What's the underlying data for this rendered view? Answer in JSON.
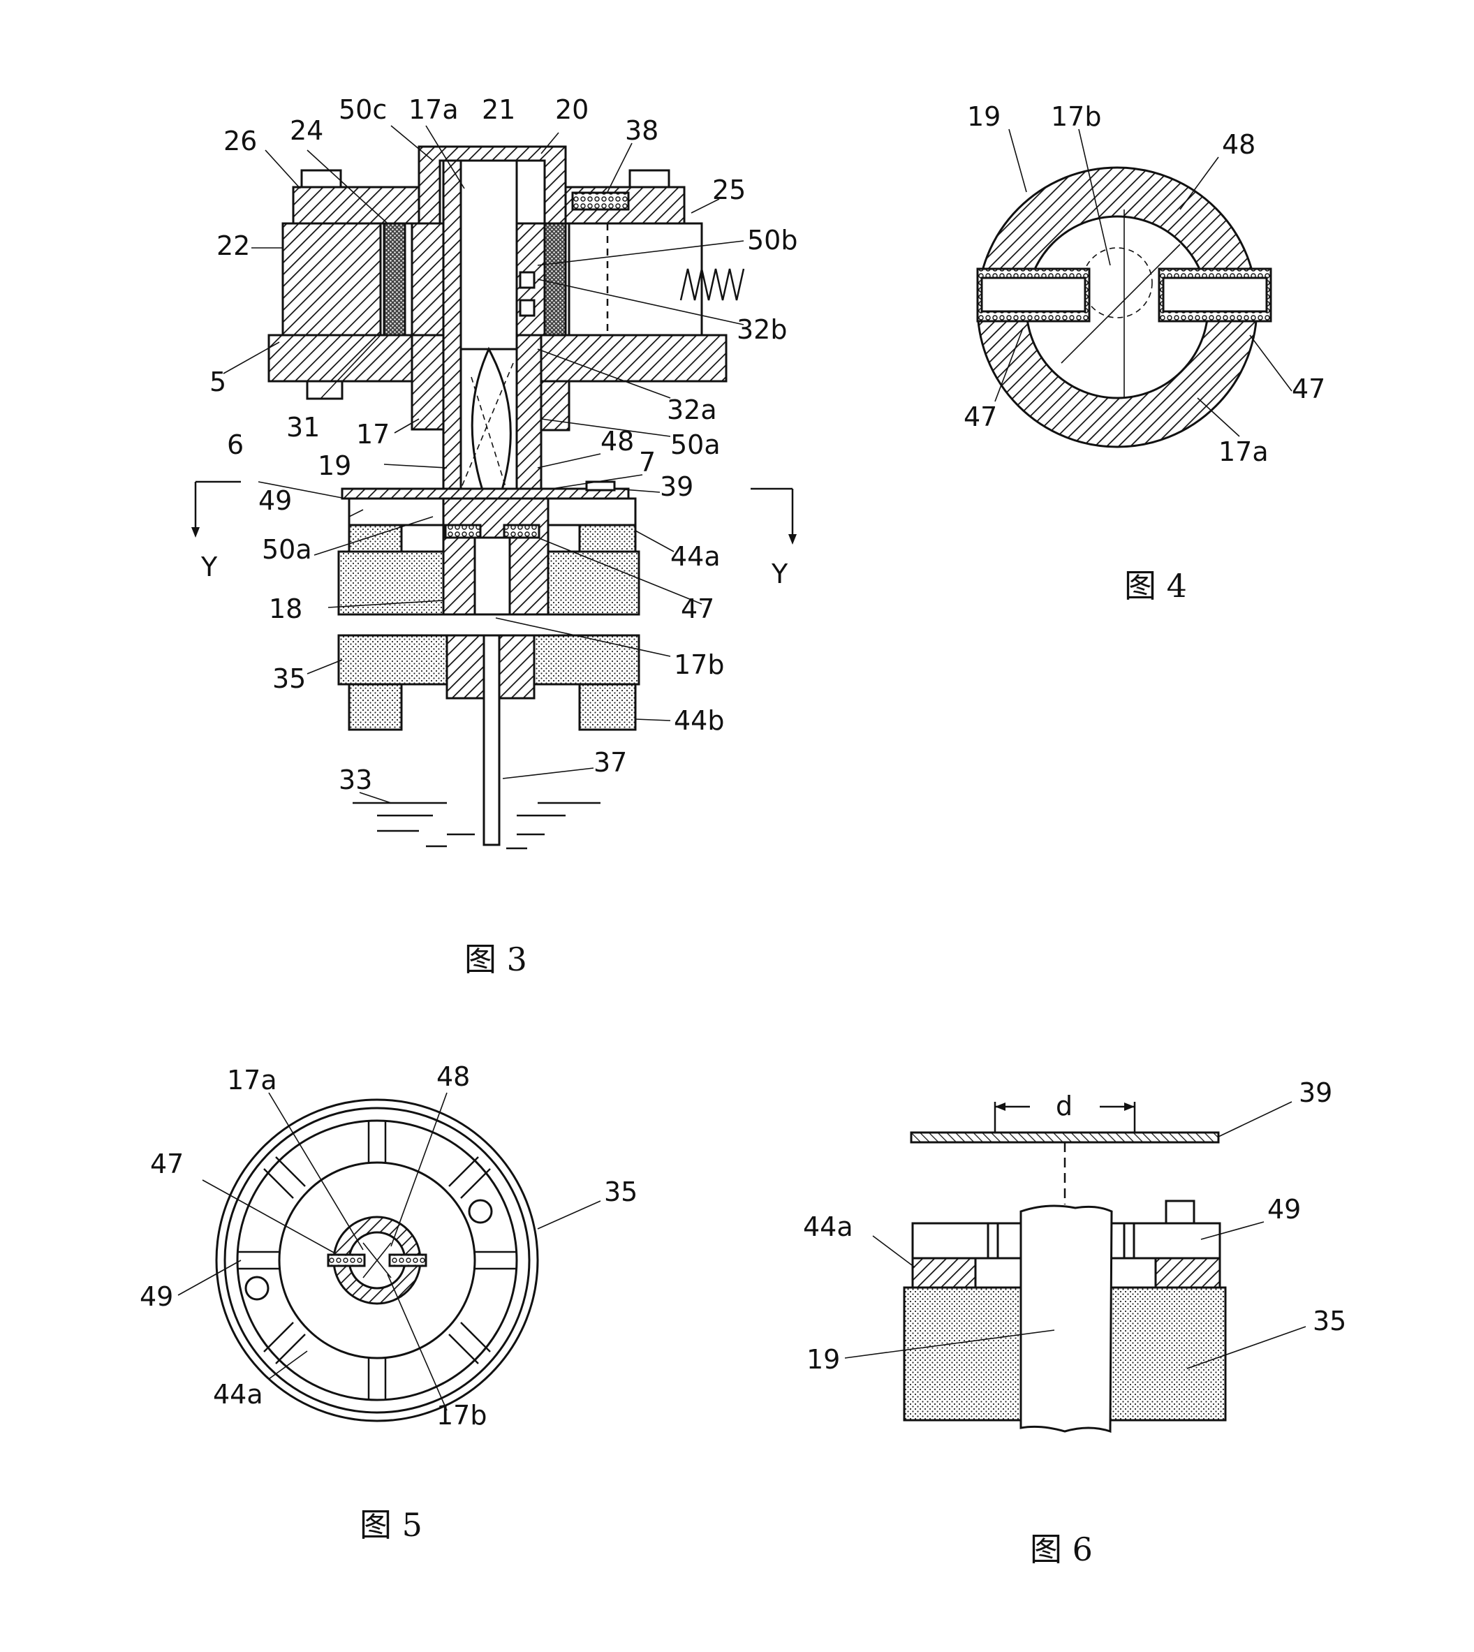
{
  "figures": {
    "fig3": {
      "caption": "图 3",
      "labels": {
        "l26": "26",
        "l24": "24",
        "l50c": "50c",
        "l17a": "17a",
        "l21": "21",
        "l20": "20",
        "l38": "38",
        "l25": "25",
        "l50b": "50b",
        "l22": "22",
        "l32b": "32b",
        "l5": "5",
        "l32a": "32a",
        "l31": "31",
        "l17": "17",
        "l50a_r": "50a",
        "l6": "6",
        "l48": "48",
        "l19": "19",
        "l7": "7",
        "l49": "49",
        "l39": "39",
        "l50a_l": "50a",
        "l44a": "44a",
        "lY_l": "Y",
        "lY_r": "Y",
        "l47": "47",
        "l18": "18",
        "l17b": "17b",
        "l35": "35",
        "l44b": "44b",
        "l33": "33",
        "l37": "37"
      }
    },
    "fig4": {
      "caption": "图 4",
      "labels": {
        "l19": "19",
        "l17b": "17b",
        "l48": "48",
        "l47_l": "47",
        "l47_r": "47",
        "l17a": "17a"
      }
    },
    "fig5": {
      "caption": "图 5",
      "labels": {
        "l17a": "17a",
        "l48": "48",
        "l47": "47",
        "l35": "35",
        "l49": "49",
        "l44a": "44a",
        "l17b": "17b"
      }
    },
    "fig6": {
      "caption": "图 6",
      "labels": {
        "ld": "d",
        "l39": "39",
        "l44a": "44a",
        "l49": "49",
        "l19": "19",
        "l35": "35"
      }
    }
  }
}
